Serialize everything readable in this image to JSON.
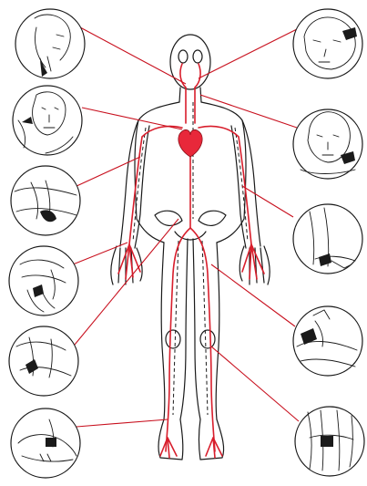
{
  "figure": {
    "background": "#ffffff",
    "line_color": "#1a1a1a",
    "vessel_color": "#d81e2c",
    "heart_color": "#e8283a"
  },
  "insets": [
    {
      "id": "left-1",
      "depicts": "carotid-pulse-at-neck"
    },
    {
      "id": "left-2",
      "depicts": "subclavian-compression"
    },
    {
      "id": "left-3",
      "depicts": "brachial-pulse-at-elbow"
    },
    {
      "id": "left-4",
      "depicts": "radial-pulse-at-wrist"
    },
    {
      "id": "left-5",
      "depicts": "femoral-pulse-at-groin"
    },
    {
      "id": "left-6",
      "depicts": "dorsalis-pedis-pulse-at-foot"
    },
    {
      "id": "right-1",
      "depicts": "temporal-pulse-at-head"
    },
    {
      "id": "right-2",
      "depicts": "facial-artery-at-jaw"
    },
    {
      "id": "right-3",
      "depicts": "brachial-pressure-on-arm"
    },
    {
      "id": "right-4",
      "depicts": "femoral-pressure-on-thigh"
    },
    {
      "id": "right-5",
      "depicts": "popliteal-pulse-behind-knee"
    }
  ]
}
